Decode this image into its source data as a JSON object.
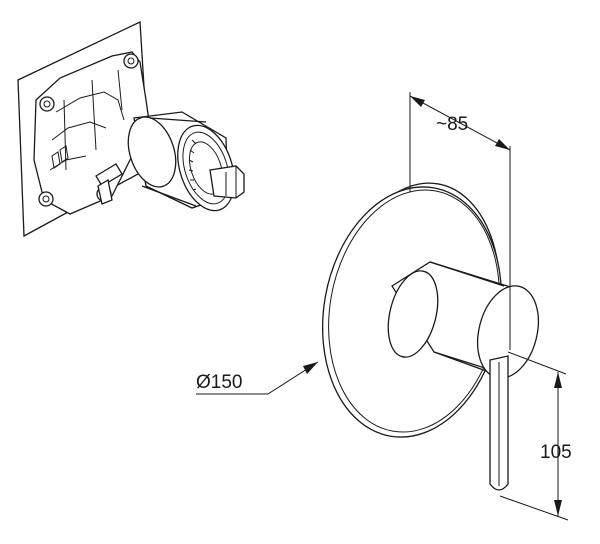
{
  "dimensions": {
    "depth_label": "~85",
    "diameter_label": "Ø150",
    "height_label": "105"
  },
  "colors": {
    "line": "#1a1a1a",
    "background": "#ffffff"
  }
}
